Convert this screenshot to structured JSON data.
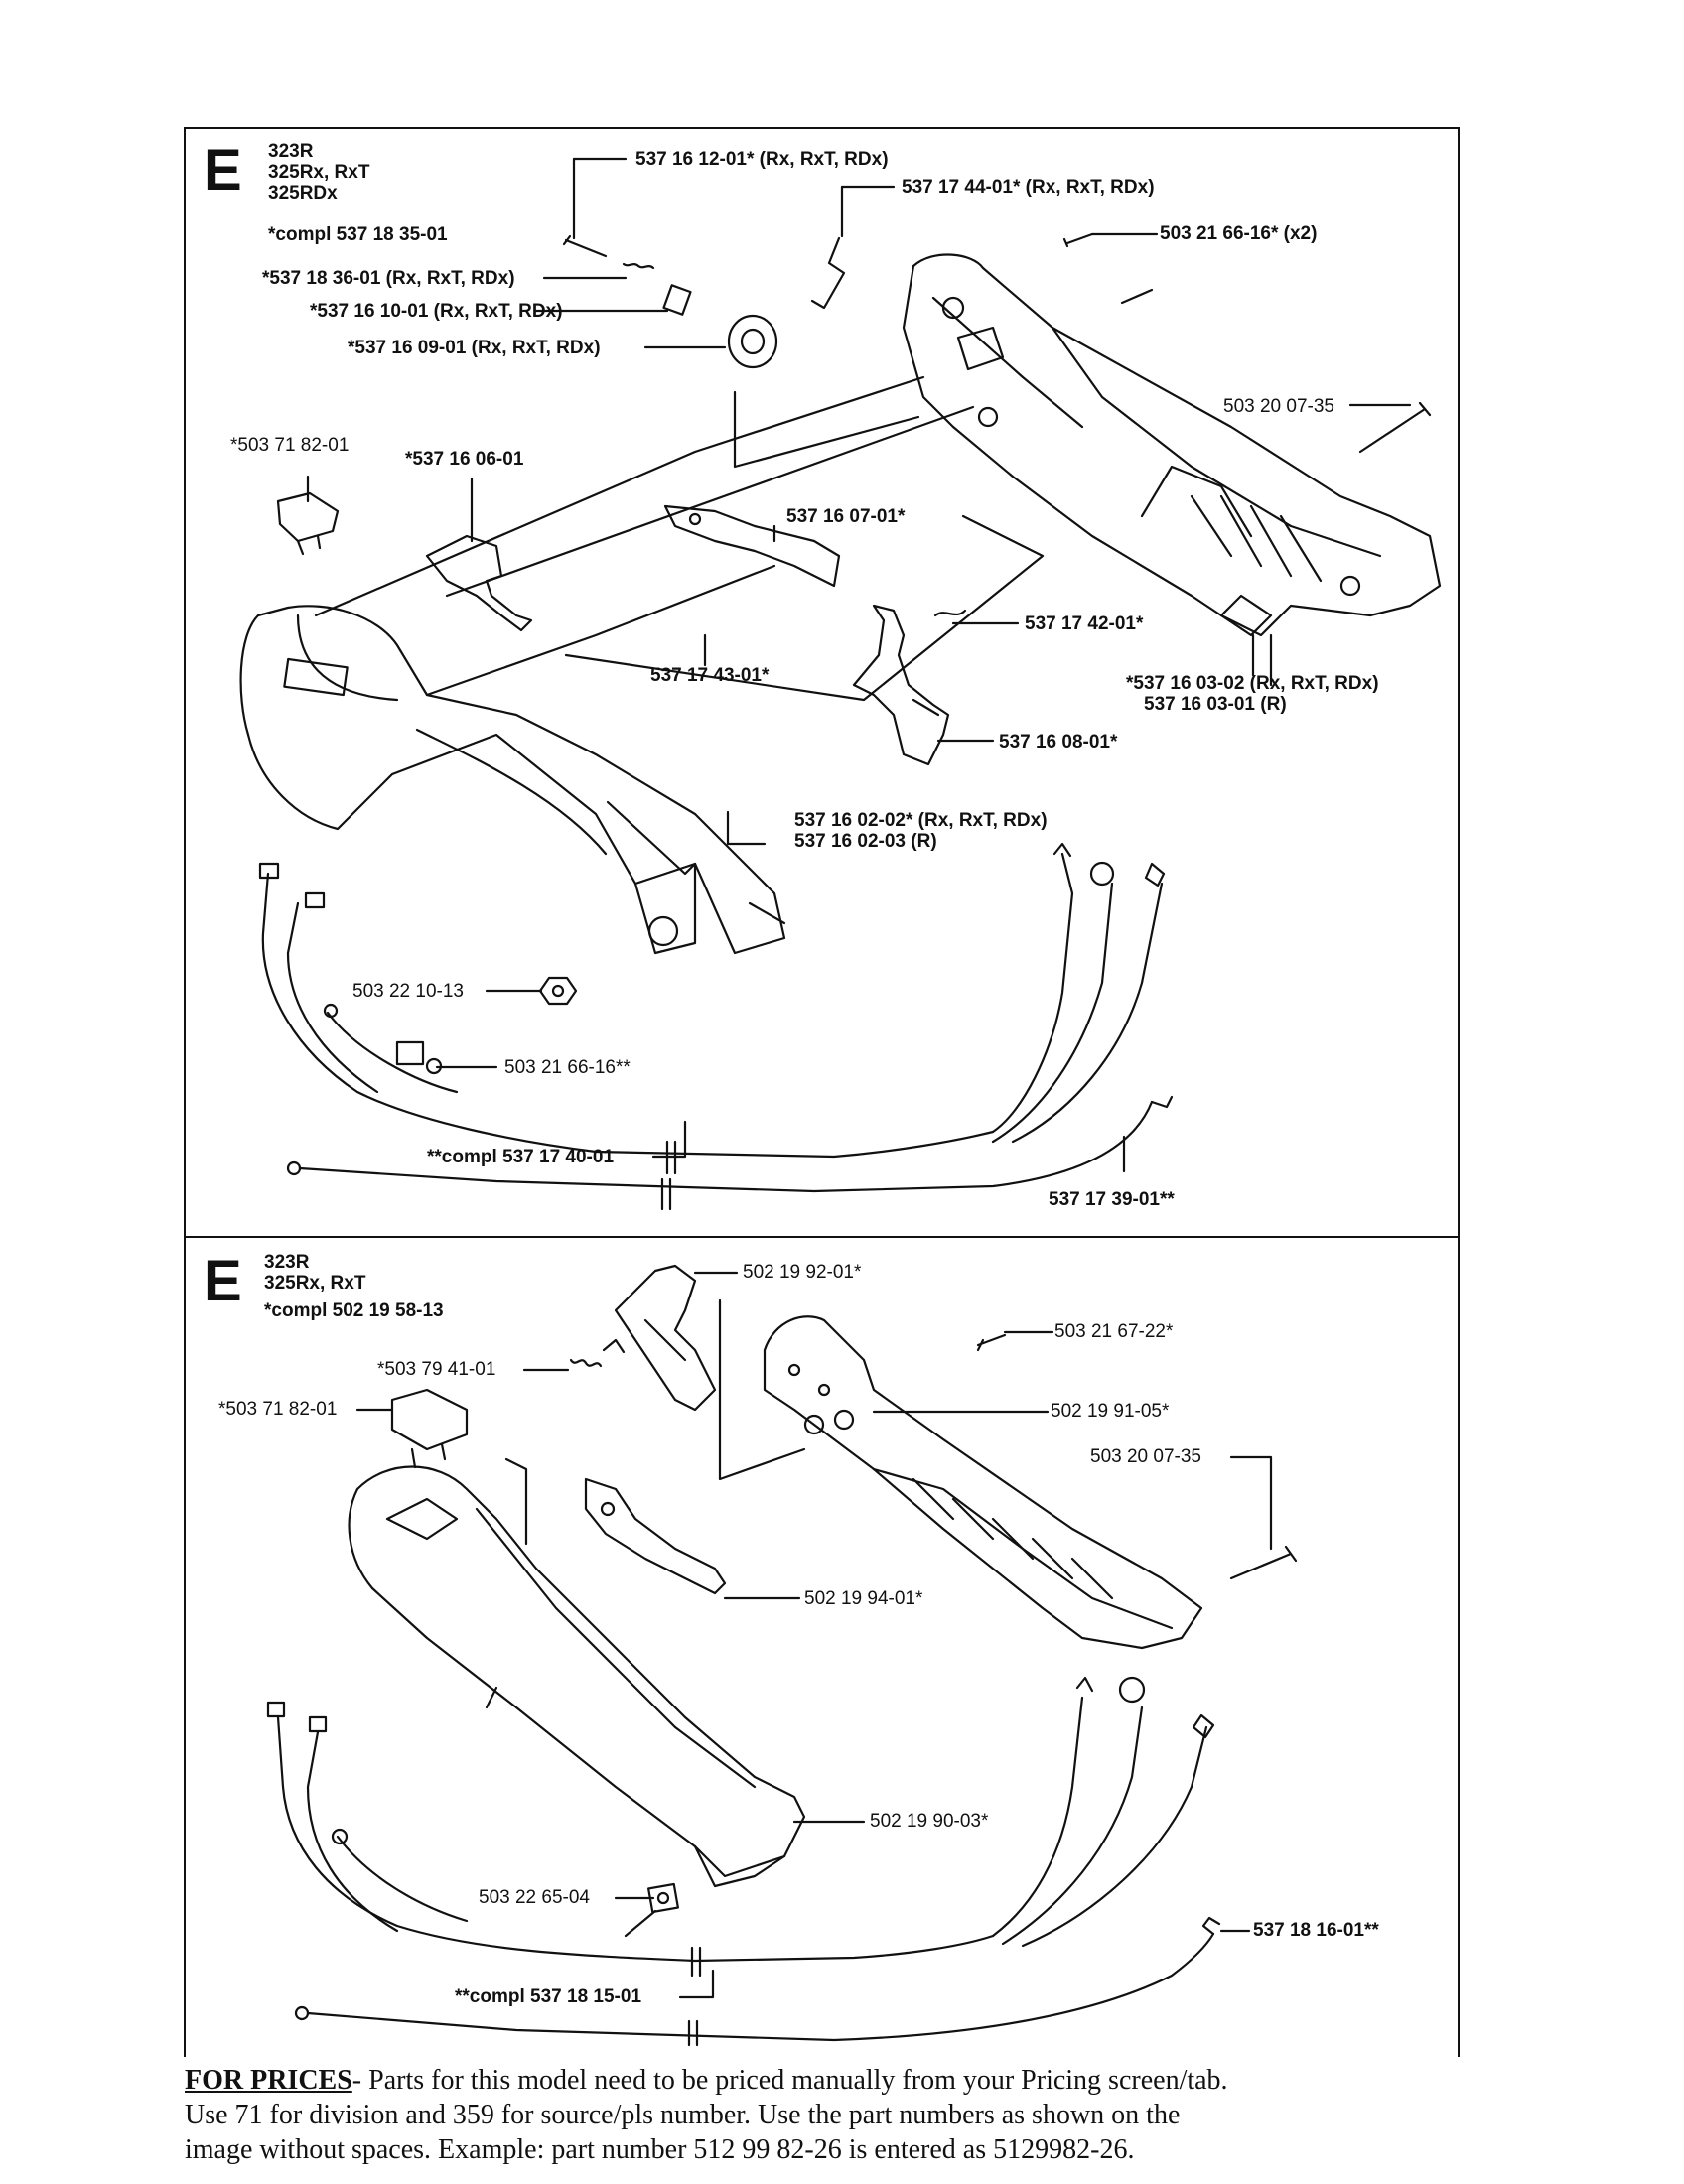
{
  "top_panel": {
    "section_letter": "E",
    "models": [
      "323R",
      "325Rx, RxT",
      "325RDx"
    ],
    "kit_note": "*compl 537 18 35-01",
    "labels": {
      "p1": "537 16 12-01* (Rx, RxT, RDx)",
      "p2": "537 17 44-01* (Rx, RxT, RDx)",
      "p3": "503 21 66-16* (x2)",
      "p4": "*537 18 36-01 (Rx, RxT, RDx)",
      "p5": "*537 16 10-01 (Rx, RxT, RDx)",
      "p6": "*537 16 09-01 (Rx, RxT, RDx)",
      "p7": "503 20 07-35",
      "p8": "*503 71 82-01",
      "p9": "*537 16 06-01",
      "p10": "537 16 07-01*",
      "p11": "537 17 42-01*",
      "p12": "537 17 43-01*",
      "p13a": "*537 16 03-02 (Rx, RxT, RDx)",
      "p13b": "537 16 03-01 (R)",
      "p14": "537 16 08-01*",
      "p15a": "537 16 02-02* (Rx, RxT, RDx)",
      "p15b": "537 16 02-03 (R)",
      "p16": "503 22 10-13",
      "p17": "503 21 66-16**",
      "p18": "**compl 537 17 40-01",
      "p19": "537 17 39-01**"
    }
  },
  "bottom_panel": {
    "section_letter": "E",
    "models": [
      "323R",
      "325Rx, RxT"
    ],
    "kit_note": "*compl 502 19 58-13",
    "labels": {
      "q1": "502 19 92-01*",
      "q2": "503 21 67-22*",
      "q3": "*503 79 41-01",
      "q4": "*503 71 82-01",
      "q5": "502 19 91-05*",
      "q6": "503 20 07-35",
      "q7": "502 19 94-01*",
      "q8": "502 19 90-03*",
      "q9": "503 22 65-04",
      "q10": "537 18 16-01**",
      "q11": "**compl 537 18 15-01"
    }
  },
  "footer": {
    "heading": "FOR PRICES",
    "line1": "- Parts for this model need to be priced manually from your Pricing screen/tab.",
    "line2": "Use 71 for division and 359 for source/pls number.  Use the part numbers as shown on the",
    "line3": "image without spaces.  Example: part number 512 99 82-26 is entered as 5129982-26."
  }
}
